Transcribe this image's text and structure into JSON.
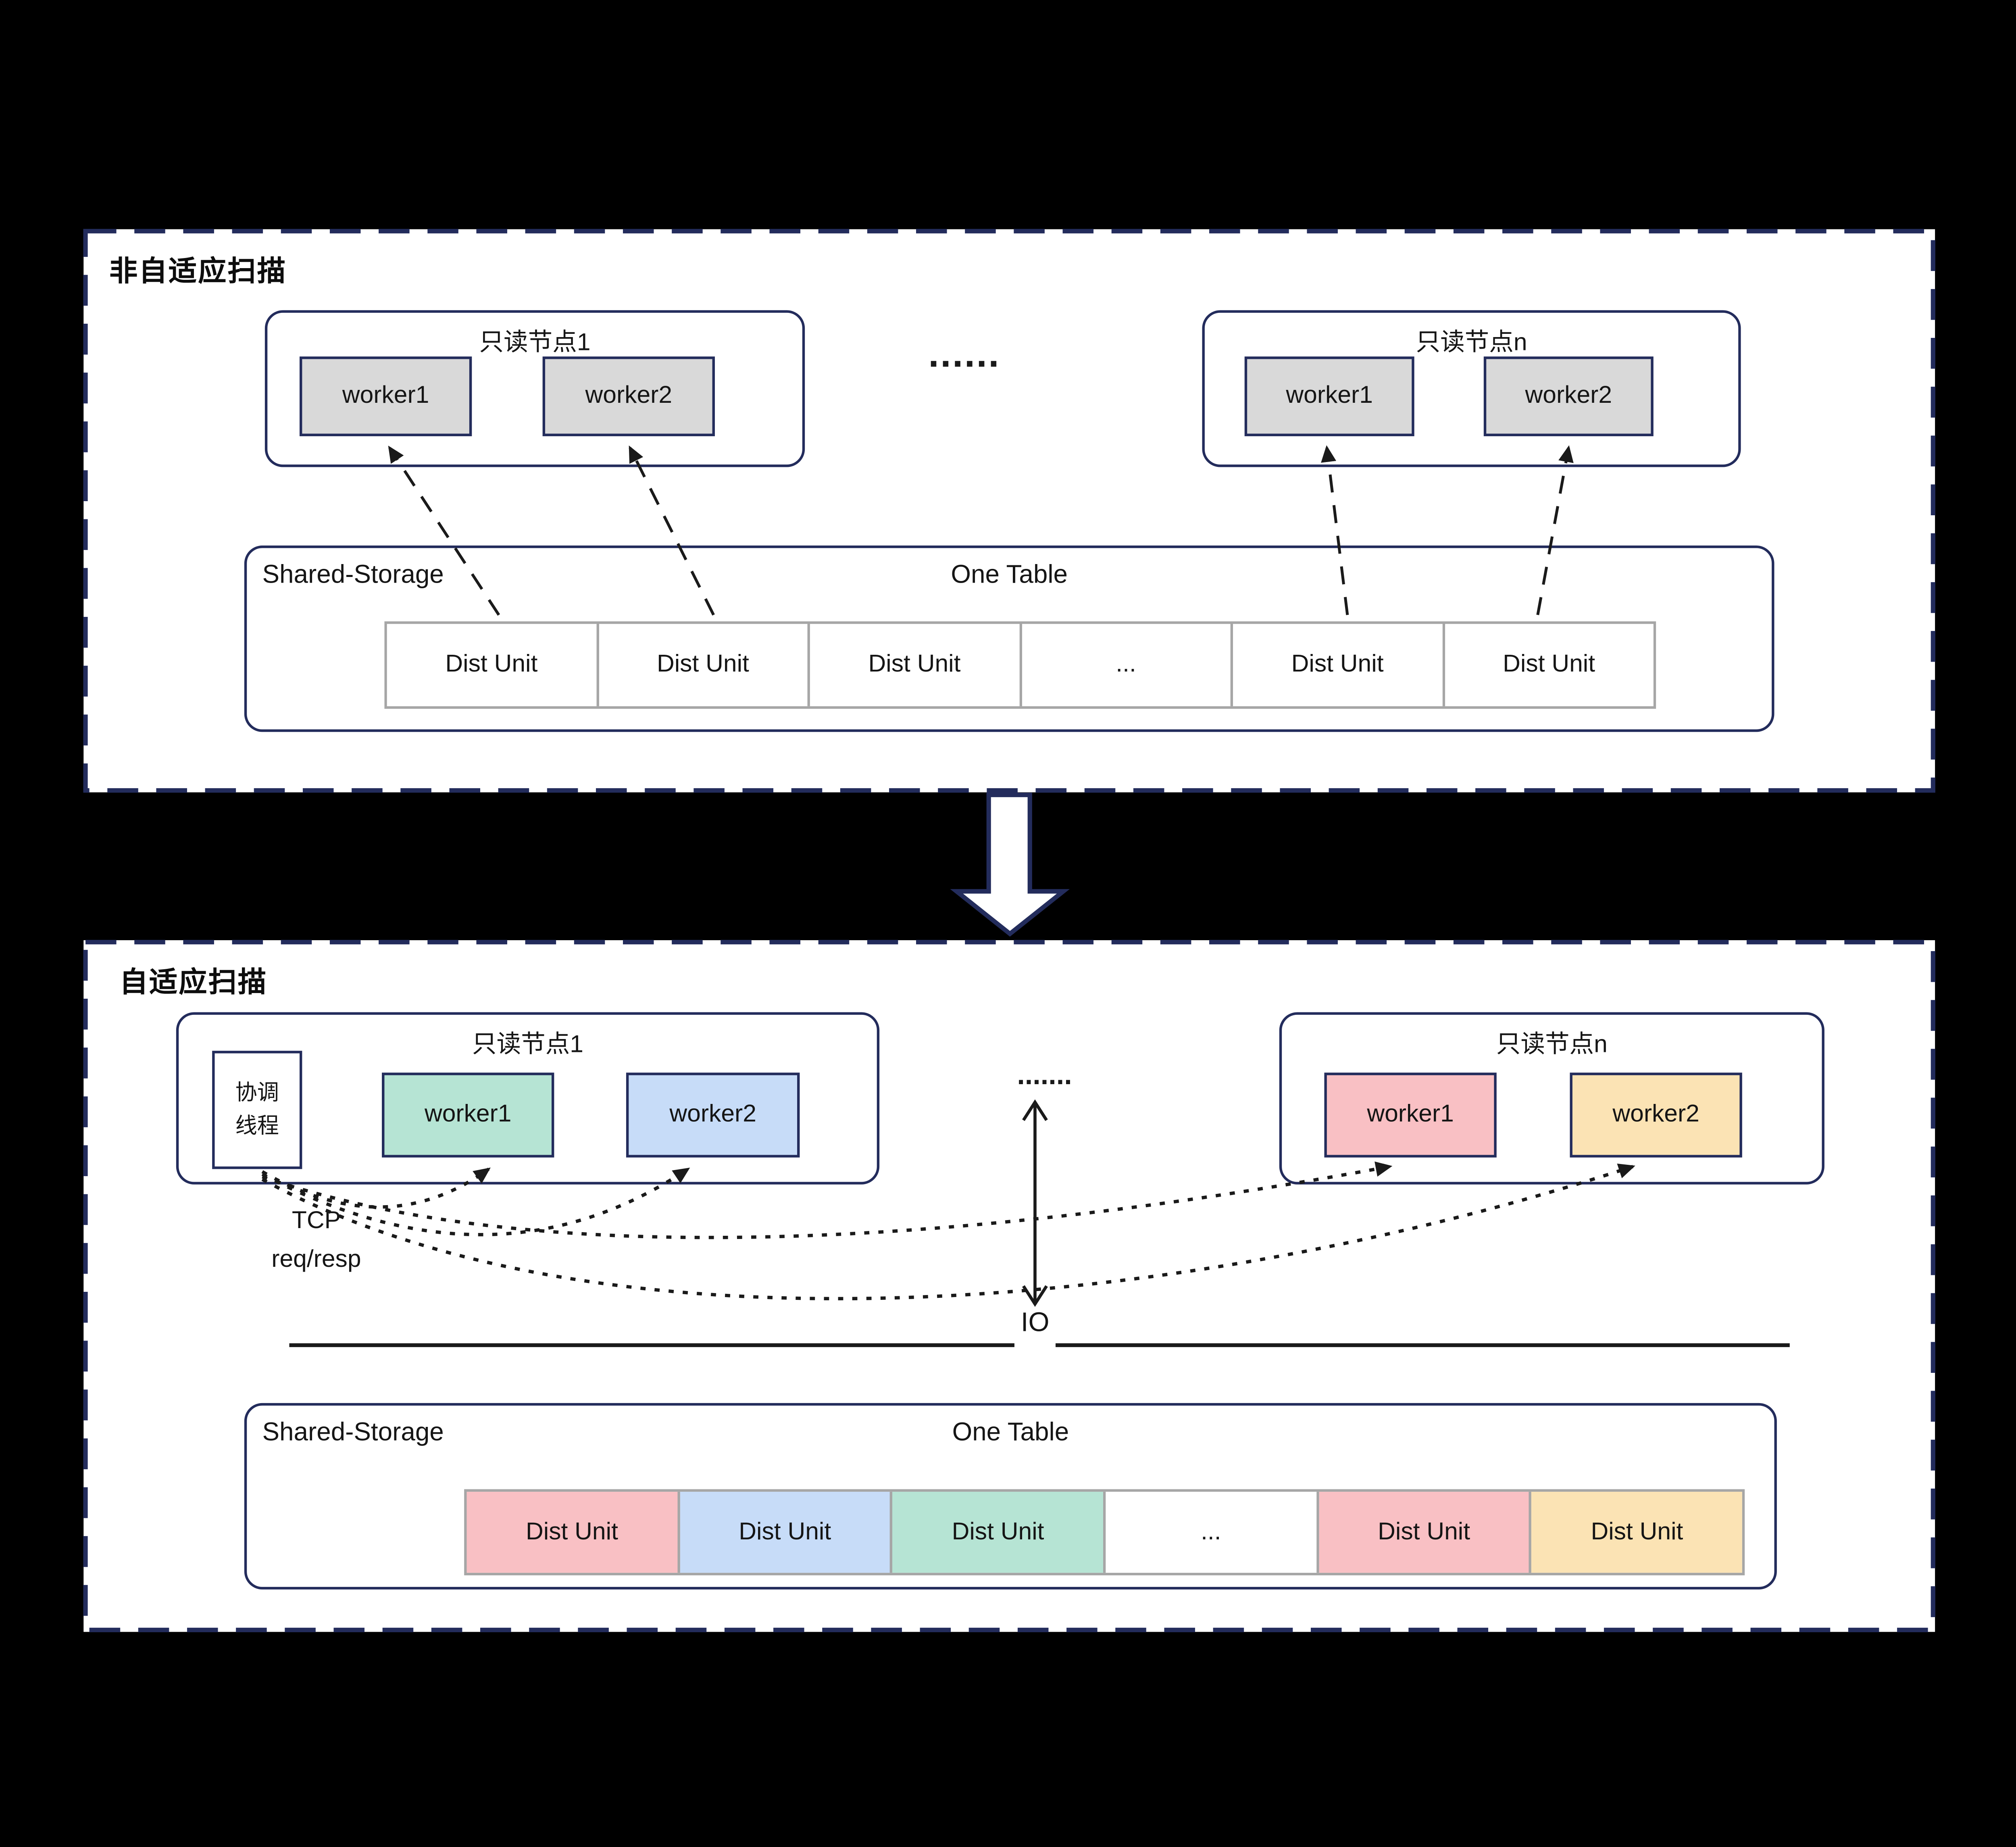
{
  "colors": {
    "panel_border_navy": "#232c5c",
    "worker_gray": "#d9d9d9",
    "cell_border_gray": "#a6a6a6",
    "pink": "#f9c0c4",
    "blue": "#c7dcf8",
    "teal": "#b6e4d4",
    "orange": "#fbe3b4",
    "background": "#000000"
  },
  "top_panel": {
    "title": "非自适应扫描",
    "node1": {
      "label": "只读节点1",
      "workers": [
        "worker1",
        "worker2"
      ]
    },
    "ellipsis": "......",
    "node_n": {
      "label": "只读节点n",
      "workers": [
        "worker1",
        "worker2"
      ]
    },
    "storage": {
      "label": "Shared-Storage",
      "table_label": "One Table",
      "units": [
        "Dist Unit",
        "Dist Unit",
        "Dist Unit",
        "...",
        "Dist Unit",
        "Dist Unit"
      ]
    }
  },
  "bottom_panel": {
    "title": "自适应扫描",
    "node1": {
      "label": "只读节点1",
      "coordinator": {
        "line1": "协调",
        "line2": "线程"
      },
      "workers": [
        "worker1",
        "worker2"
      ]
    },
    "ellipsis": ".......",
    "node_n": {
      "label": "只读节点n",
      "workers": [
        "worker1",
        "worker2"
      ]
    },
    "tcp_label": "TCP",
    "reqresp_label": "req/resp",
    "io_label": "IO",
    "storage": {
      "label": "Shared-Storage",
      "table_label": "One Table",
      "units": [
        "Dist Unit",
        "Dist Unit",
        "Dist Unit",
        "...",
        "Dist Unit",
        "Dist Unit"
      ]
    }
  }
}
